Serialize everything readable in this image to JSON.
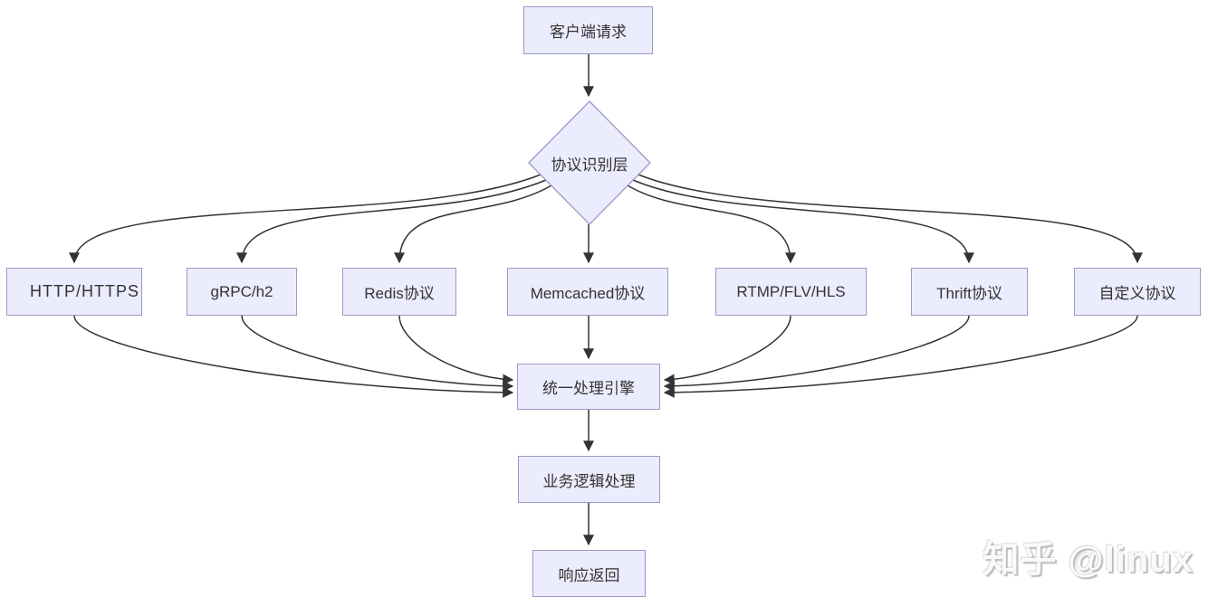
{
  "diagram": {
    "type": "flowchart",
    "direction": "top-down",
    "colors": {
      "node_fill": "#ECECFF",
      "node_border": "#9E97C5",
      "edge": "#333333",
      "text": "#333333"
    },
    "nodes": {
      "client": {
        "label": "客户端请求",
        "shape": "rect"
      },
      "protocol_layer": {
        "label": "协议识别层",
        "shape": "diamond"
      },
      "protocols": [
        {
          "label": "HTTP/HTTPS"
        },
        {
          "label": "gRPC/h2"
        },
        {
          "label": "Redis协议"
        },
        {
          "label": "Memcached协议"
        },
        {
          "label": "RTMP/FLV/HLS"
        },
        {
          "label": "Thrift协议"
        },
        {
          "label": "自定义协议"
        }
      ],
      "engine": {
        "label": "统一处理引擎",
        "shape": "rect"
      },
      "logic": {
        "label": "业务逻辑处理",
        "shape": "rect"
      },
      "response": {
        "label": "响应返回",
        "shape": "rect"
      }
    },
    "edges": [
      {
        "from": "客户端请求",
        "to": "协议识别层"
      },
      {
        "from": "协议识别层",
        "to": "HTTP/HTTPS"
      },
      {
        "from": "协议识别层",
        "to": "gRPC/h2"
      },
      {
        "from": "协议识别层",
        "to": "Redis协议"
      },
      {
        "from": "协议识别层",
        "to": "Memcached协议"
      },
      {
        "from": "协议识别层",
        "to": "RTMP/FLV/HLS"
      },
      {
        "from": "协议识别层",
        "to": "Thrift协议"
      },
      {
        "from": "协议识别层",
        "to": "自定义协议"
      },
      {
        "from": "HTTP/HTTPS",
        "to": "统一处理引擎"
      },
      {
        "from": "gRPC/h2",
        "to": "统一处理引擎"
      },
      {
        "from": "Redis协议",
        "to": "统一处理引擎"
      },
      {
        "from": "Memcached协议",
        "to": "统一处理引擎"
      },
      {
        "from": "RTMP/FLV/HLS",
        "to": "统一处理引擎"
      },
      {
        "from": "Thrift协议",
        "to": "统一处理引擎"
      },
      {
        "from": "自定义协议",
        "to": "统一处理引擎"
      },
      {
        "from": "统一处理引擎",
        "to": "业务逻辑处理"
      },
      {
        "from": "业务逻辑处理",
        "to": "响应返回"
      }
    ]
  },
  "watermark": {
    "text": "知乎 @linux"
  }
}
